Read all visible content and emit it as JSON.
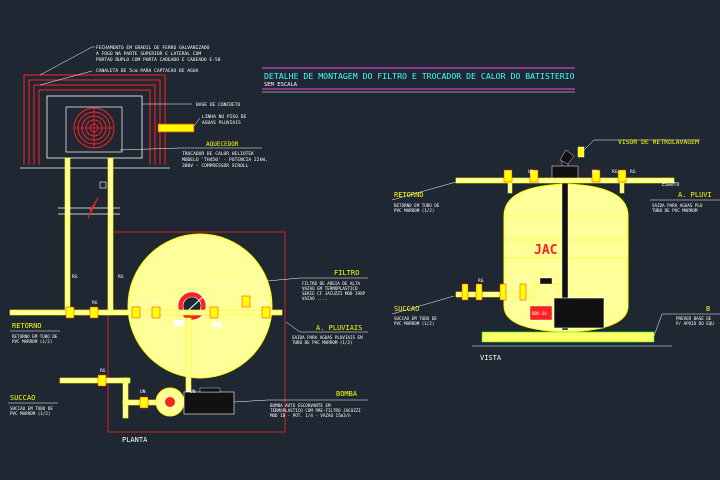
{
  "title": {
    "main": "DETALHE DE MONTAGEM DO FILTRO E TROCADOR DE CALOR DO BATISTERIO",
    "sub": "SEM ESCALA"
  },
  "heater_notes": {
    "fence": [
      "FECHAMENTO EM GRADIL DE FERRO GALVANIZADO",
      "A FOGO NA PARTE SUPERIOR E LATERAL COM",
      "PORTAO DUPLO COM PORTA CADEADO E CADEADO E-50"
    ],
    "channel": "CANALETA DE 5cm PARA CAPTACAO DE AGUA",
    "base": "BASE DE CONCRETO",
    "drain": [
      "LINHA NO PISO DE",
      "AGUAS PLUVIAIS"
    ],
    "heater_title": "AQUECEDOR",
    "heater_desc": [
      "TROCADOR DE CALOR HELIOTEK",
      "MODELO 'TH450' - POTENCIA 22kW,",
      "380V - COMPRESSOR SCROLL"
    ]
  },
  "plan": {
    "filtro_title": "FILTRO",
    "filtro_desc": [
      "FILTRO DE AREIA DE ALTA",
      "VAZAO EM TERMOPLASTICO",
      "SERIE CF JACUZZI MOD 19XP",
      "VAZAO ...."
    ],
    "pluviais_title": "A. PLUVIAIS",
    "pluviais_desc": [
      "SAIDA PARA AGUAS PLUVIAIS EM",
      "TUBO DE PVC MARROM (1/2)"
    ],
    "retorno_title": "RETORNO",
    "retorno_desc": [
      "RETORNO EM TUBO DE",
      "PVC MARROM (1/2)"
    ],
    "succao_title": "SUCCAO",
    "succao_desc": [
      "SUCCAO EM TUBO DE",
      "PVC MARROM (1/2)"
    ],
    "bomba_title": "BOMBA",
    "bomba_desc": [
      "BOMBA AUTO ESCORVANTE EM",
      "TERMOPLASTICO COM PRE-FILTRO JACUZZI",
      "MOD 1B - POT. 1/4 - VAZAO 15m3/h"
    ],
    "label": "PLANTA",
    "valve_tags": [
      "RG",
      "RG",
      "RG",
      "RG",
      "RG",
      "UN",
      "RG",
      "UN"
    ]
  },
  "vista": {
    "visor_title": "VISOR DE RETROLAVAGEM",
    "retorno_title": "RETORNO",
    "retorno_desc": [
      "RETORNO EM TUBO DE",
      "PVC MARROM (1/2)"
    ],
    "pluviais_title": "A. PLUVI",
    "pluviais_desc": [
      "SAIDA PARA AGUAS PLU",
      "TUBO DE PVC MARROM"
    ],
    "esgoto": "ESGOTO",
    "succao_title": "SUCCAO",
    "succao_desc": [
      "SUCCAO EM TUBO DE",
      "PVC MARROM (1/2)"
    ],
    "base_title": "B",
    "base_desc": [
      "PREVER BASE DE",
      "P/ APOIO DO EQU"
    ],
    "brand": "JAC",
    "pump_tag": "BBA.01",
    "label": "VISTA",
    "valve_tags": [
      "UN",
      "UN",
      "RG",
      "RG",
      "RG"
    ]
  },
  "colors": {
    "background": "#1f2733",
    "yellow": "#ffff00",
    "tank_fill": "#ffff99",
    "red": "#ff2020",
    "magenta": "#ff40ff",
    "cyan": "#40ffff",
    "white": "#ffffff",
    "green": "#20ff20"
  }
}
